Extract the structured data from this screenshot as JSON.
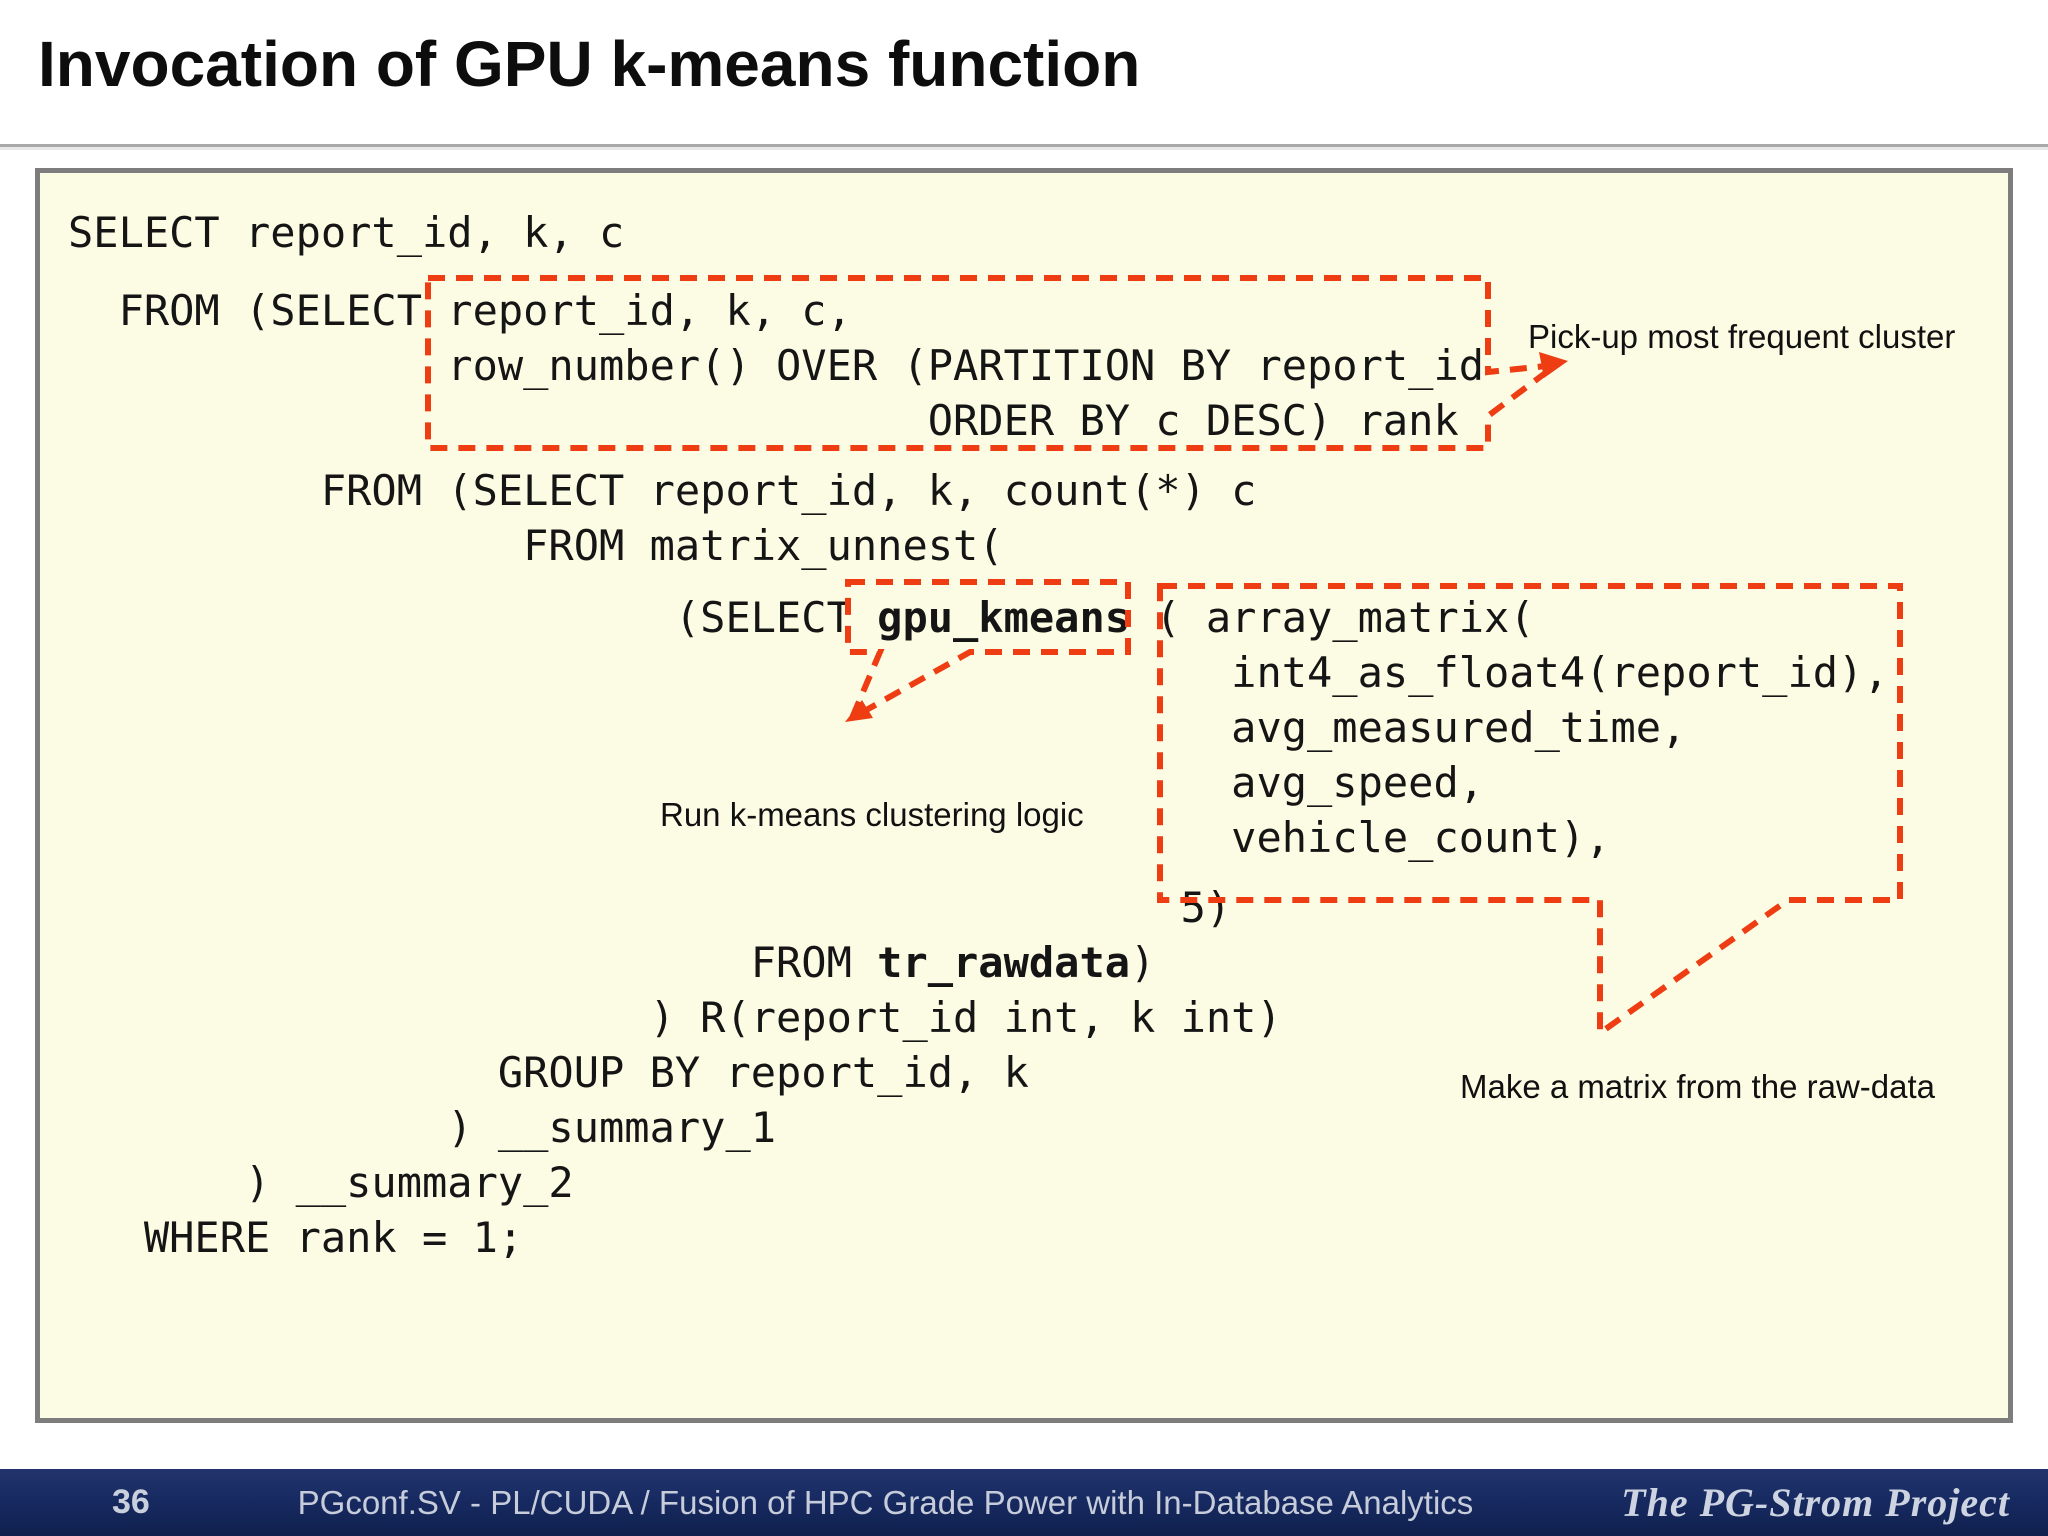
{
  "title": "Invocation of GPU k-means function",
  "code": {
    "lines": [
      {
        "pre": "SELECT report_id, k, c",
        "bold": "",
        "post": ""
      },
      {
        "pre": "  FROM (SELECT report_id, k, c,",
        "bold": "",
        "post": ""
      },
      {
        "pre": "               row_number() OVER (PARTITION BY report_id",
        "bold": "",
        "post": ""
      },
      {
        "pre": "                                  ORDER BY c DESC) rank",
        "bold": "",
        "post": ""
      },
      {
        "pre": "          FROM (SELECT report_id, k, count(*) c",
        "bold": "",
        "post": ""
      },
      {
        "pre": "                  FROM matrix_unnest(",
        "bold": "",
        "post": ""
      },
      {
        "pre": "                        (SELECT ",
        "bold": "gpu_kmeans",
        "post": " ( array_matrix("
      },
      {
        "pre": "                                              int4_as_float4(report_id),",
        "bold": "",
        "post": ""
      },
      {
        "pre": "                                              avg_measured_time,",
        "bold": "",
        "post": ""
      },
      {
        "pre": "                                              avg_speed,",
        "bold": "",
        "post": ""
      },
      {
        "pre": "                                              vehicle_count),",
        "bold": "",
        "post": ""
      },
      {
        "pre": "                                            5)",
        "bold": "",
        "post": ""
      },
      {
        "pre": "                           FROM ",
        "bold": "tr_rawdata",
        "post": ")"
      },
      {
        "pre": "                       ) R(report_id int, k int)",
        "bold": "",
        "post": ""
      },
      {
        "pre": "                 GROUP BY report_id, k",
        "bold": "",
        "post": ""
      },
      {
        "pre": "               ) __summary_1",
        "bold": "",
        "post": ""
      },
      {
        "pre": "       ) __summary_2",
        "bold": "",
        "post": ""
      },
      {
        "pre": "   WHERE rank = 1;",
        "bold": "",
        "post": ""
      }
    ]
  },
  "annotations": {
    "pickup_label": "Pick-up most frequent cluster",
    "run_label": "Run k-means clustering logic",
    "matrix_label": "Make a matrix from the raw-data"
  },
  "footer": {
    "page_number": "36",
    "conference_title": "PGconf.SV - PL/CUDA / Fusion of HPC Grade Power with In-Database Analytics",
    "project_name": "The PG-Strom Project"
  },
  "colors": {
    "annotation_red": "#ee3d13",
    "code_bg": "#fcfce5",
    "code_border": "#7d7d7d",
    "footer_navy_top": "#23346d",
    "footer_navy_bottom": "#10204e",
    "footer_text": "#c8cedb"
  }
}
